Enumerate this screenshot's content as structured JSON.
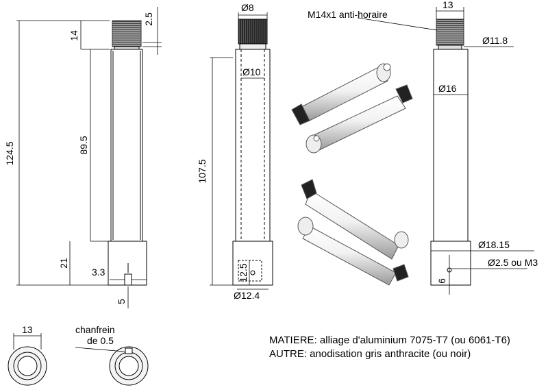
{
  "drawing": {
    "side_view_left": {
      "overall_length": "124.5",
      "thread_length": "14",
      "thread_offset": "2.5",
      "shaft_length": "89.5",
      "base_length": "21",
      "slot_width": "3.3",
      "slot_depth": "5"
    },
    "section_view": {
      "thread_diameter": "Ø8",
      "bore_depth": "107.5",
      "bore_diameter": "Ø10",
      "hole_height": "12.5",
      "base_bore_diameter": "Ø12.4"
    },
    "side_view_right": {
      "thread_label": "M14x1 anti-horaire",
      "thread_width": "13",
      "neck_diameter": "Ø11.8",
      "shaft_diameter": "Ø16",
      "base_diameter": "Ø18.15",
      "hole_diameter": "Ø2.5 ou M3",
      "hole_offset": "6"
    },
    "end_views": {
      "width": "13",
      "chamfer_label_line1": "chanfrein",
      "chamfer_label_line2": "de 0.5"
    },
    "notes": {
      "material": "MATIERE: alliage d'aluminium 7075-T7 (ou 6061-T6)",
      "other": "AUTRE: anodisation gris anthracite (ou noir)"
    }
  }
}
